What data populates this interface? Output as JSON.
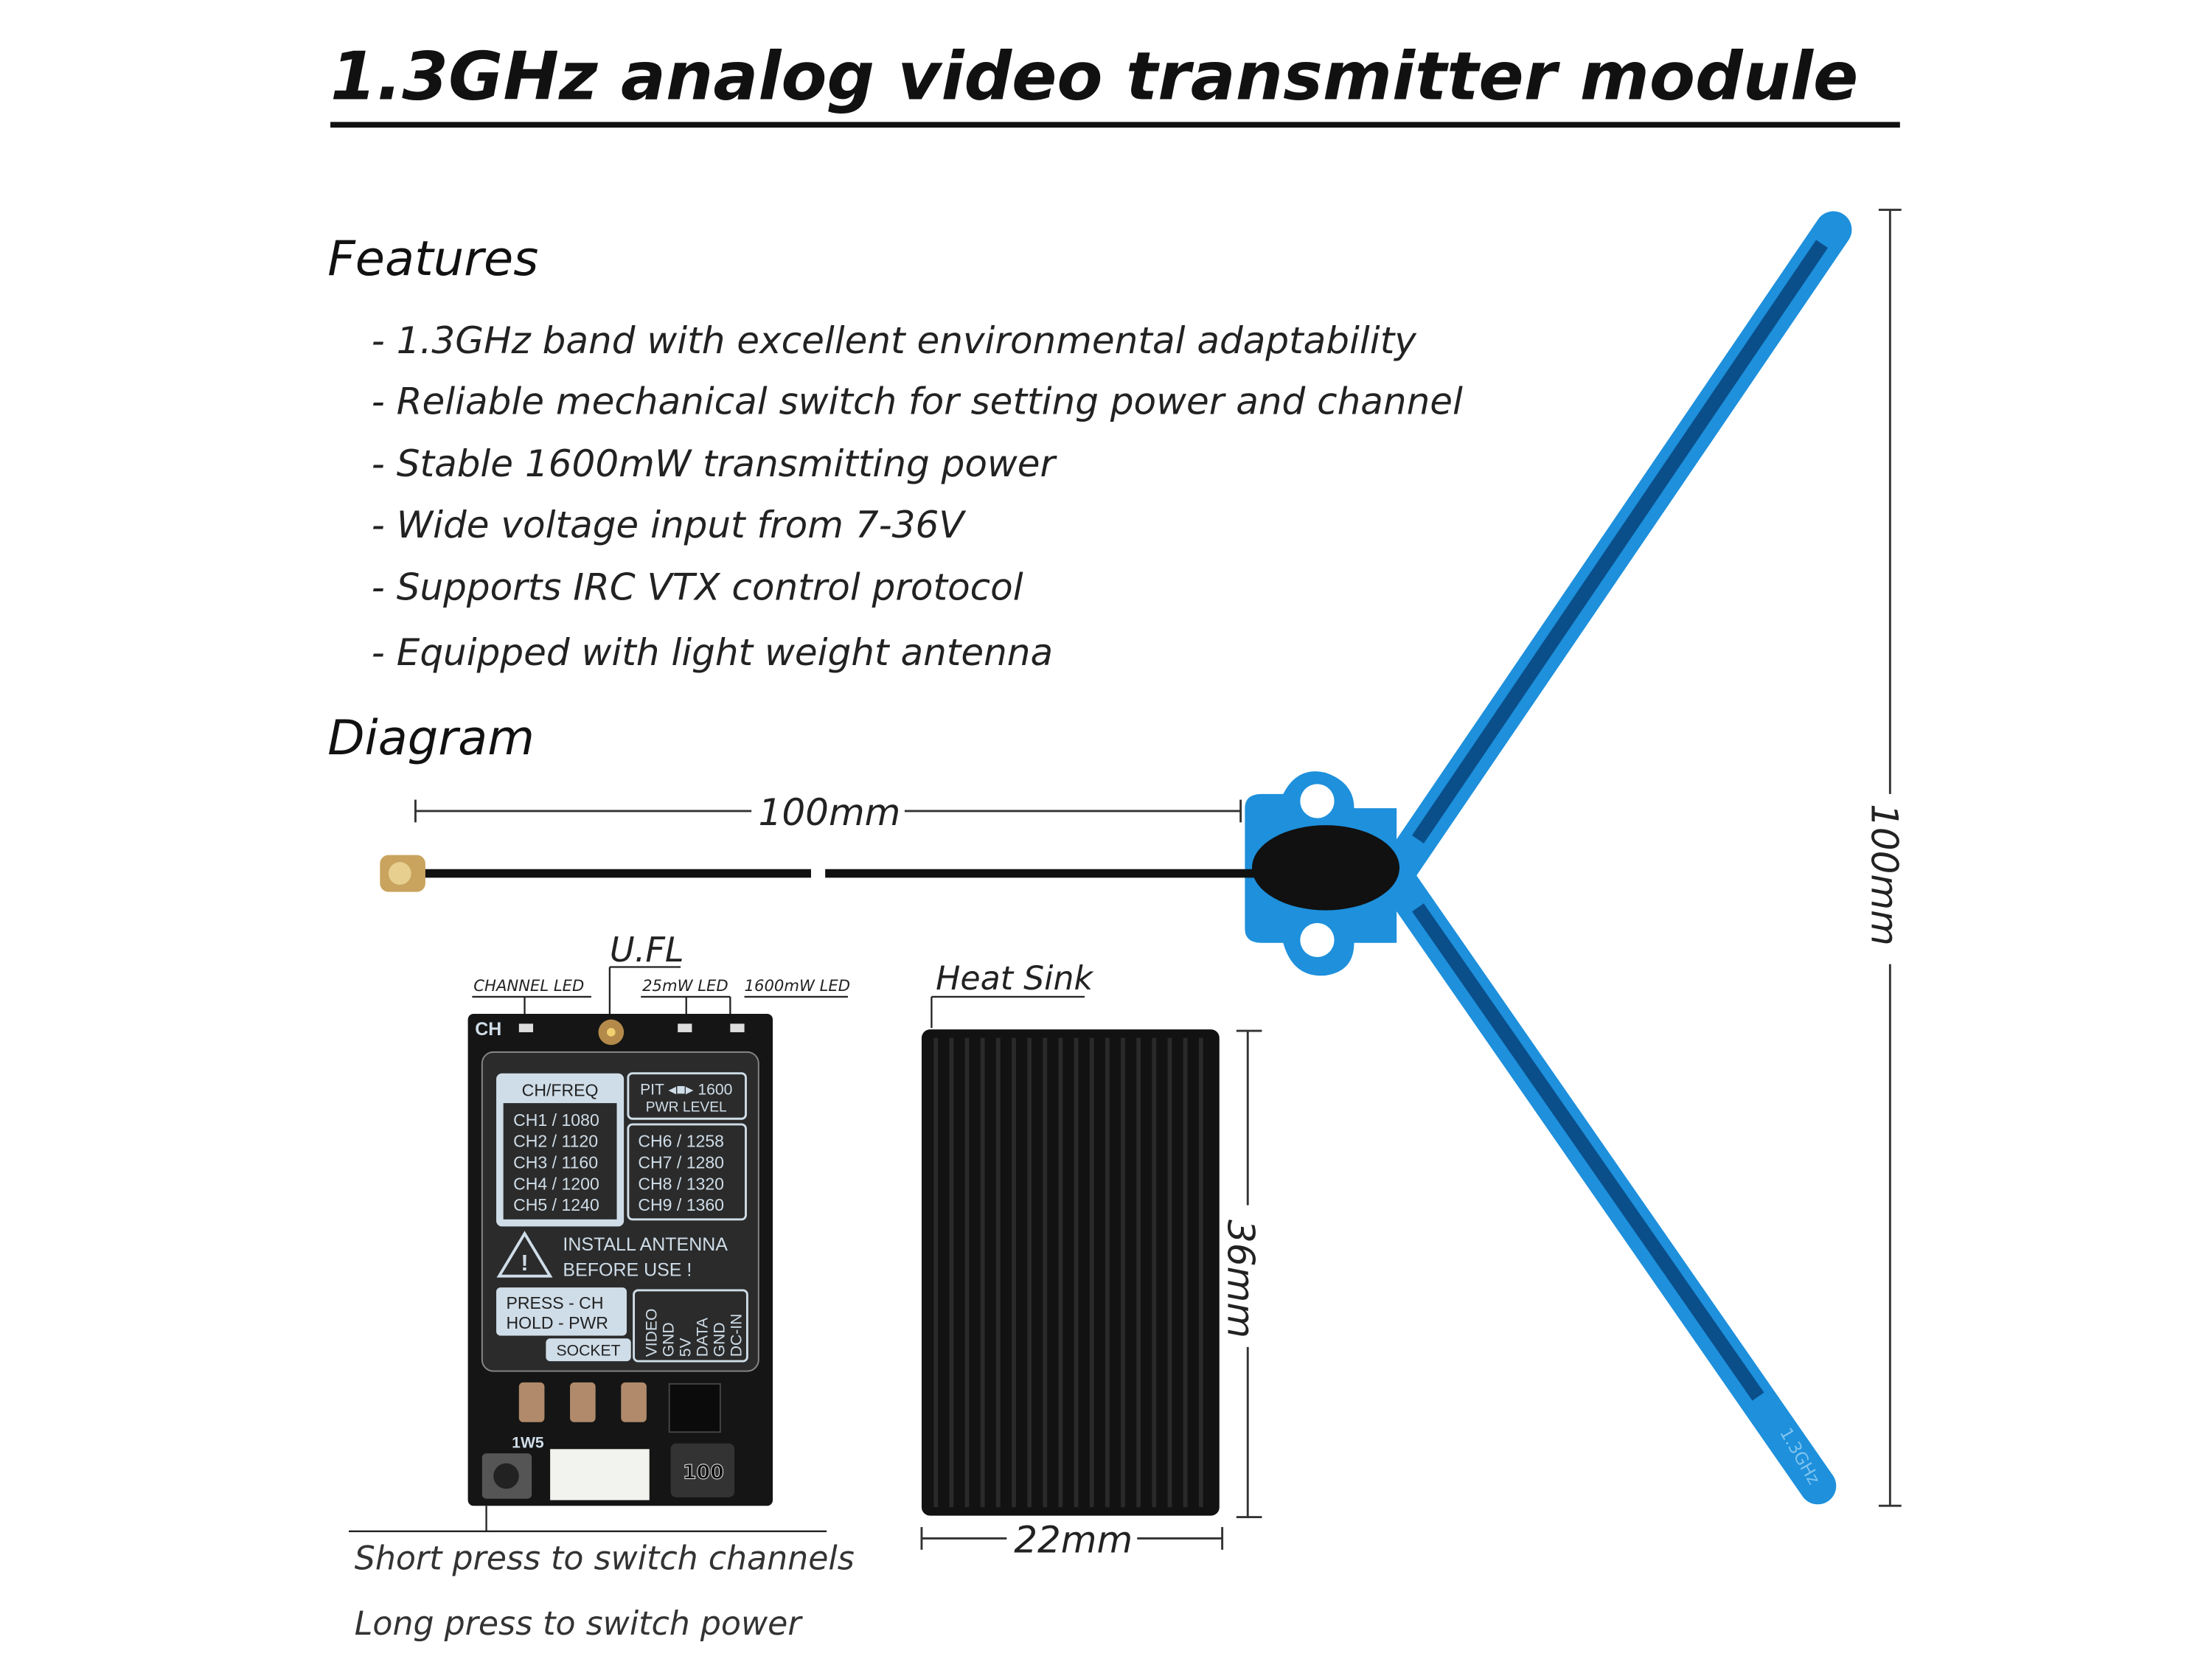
{
  "title": "1.3GHz analog video transmitter module",
  "features": {
    "heading": "Features",
    "items": [
      "- 1.3GHz band with excellent environmental adaptability",
      "- Reliable mechanical switch for setting power and channel",
      "- Stable 1600mW transmitting power",
      "- Wide voltage input from 7-36V",
      "- Supports IRC VTX control protocol",
      "- Equipped with light weight antenna"
    ]
  },
  "diagram": {
    "heading": "Diagram",
    "cable_length": "100mm",
    "antenna_height": "100mm",
    "antenna_label": "1.3GHz",
    "heatsink_label": "Heat Sink",
    "heatsink_height": "36mm",
    "heatsink_width": "22mm",
    "ufl_label": "U.FL",
    "channel_led": "CHANNEL LED",
    "led_25": "25mW LED",
    "led_1600": "1600mW LED",
    "button_caption_1": "Short press to switch channels",
    "button_caption_2": "Long press to switch power",
    "pcb": {
      "ch_header": "CH/FREQ",
      "pwr_top": "PIT ◂■▸ 1600",
      "pwr_bottom": "PWR LEVEL",
      "channels_left": [
        "CH1 / 1080",
        "CH2 / 1120",
        "CH3 / 1160",
        "CH4 / 1200",
        "CH5 / 1240"
      ],
      "channels_right": [
        "CH6 / 1258",
        "CH7 / 1280",
        "CH8 / 1320",
        "CH9 / 1360"
      ],
      "warning_1": "INSTALL ANTENNA",
      "warning_2": "BEFORE USE !",
      "press": "PRESS - CH",
      "hold": "HOLD - PWR",
      "socket": "SOCKET",
      "pins": [
        "VIDEO",
        "GND",
        "5V",
        "DATA",
        "GND",
        "DC-IN"
      ],
      "silk_ch": "CH",
      "silk_1w5": "1W5",
      "inductor": "100"
    },
    "colors": {
      "antenna": "#1e90dc",
      "antenna_inner": "#0a4f8a"
    }
  }
}
